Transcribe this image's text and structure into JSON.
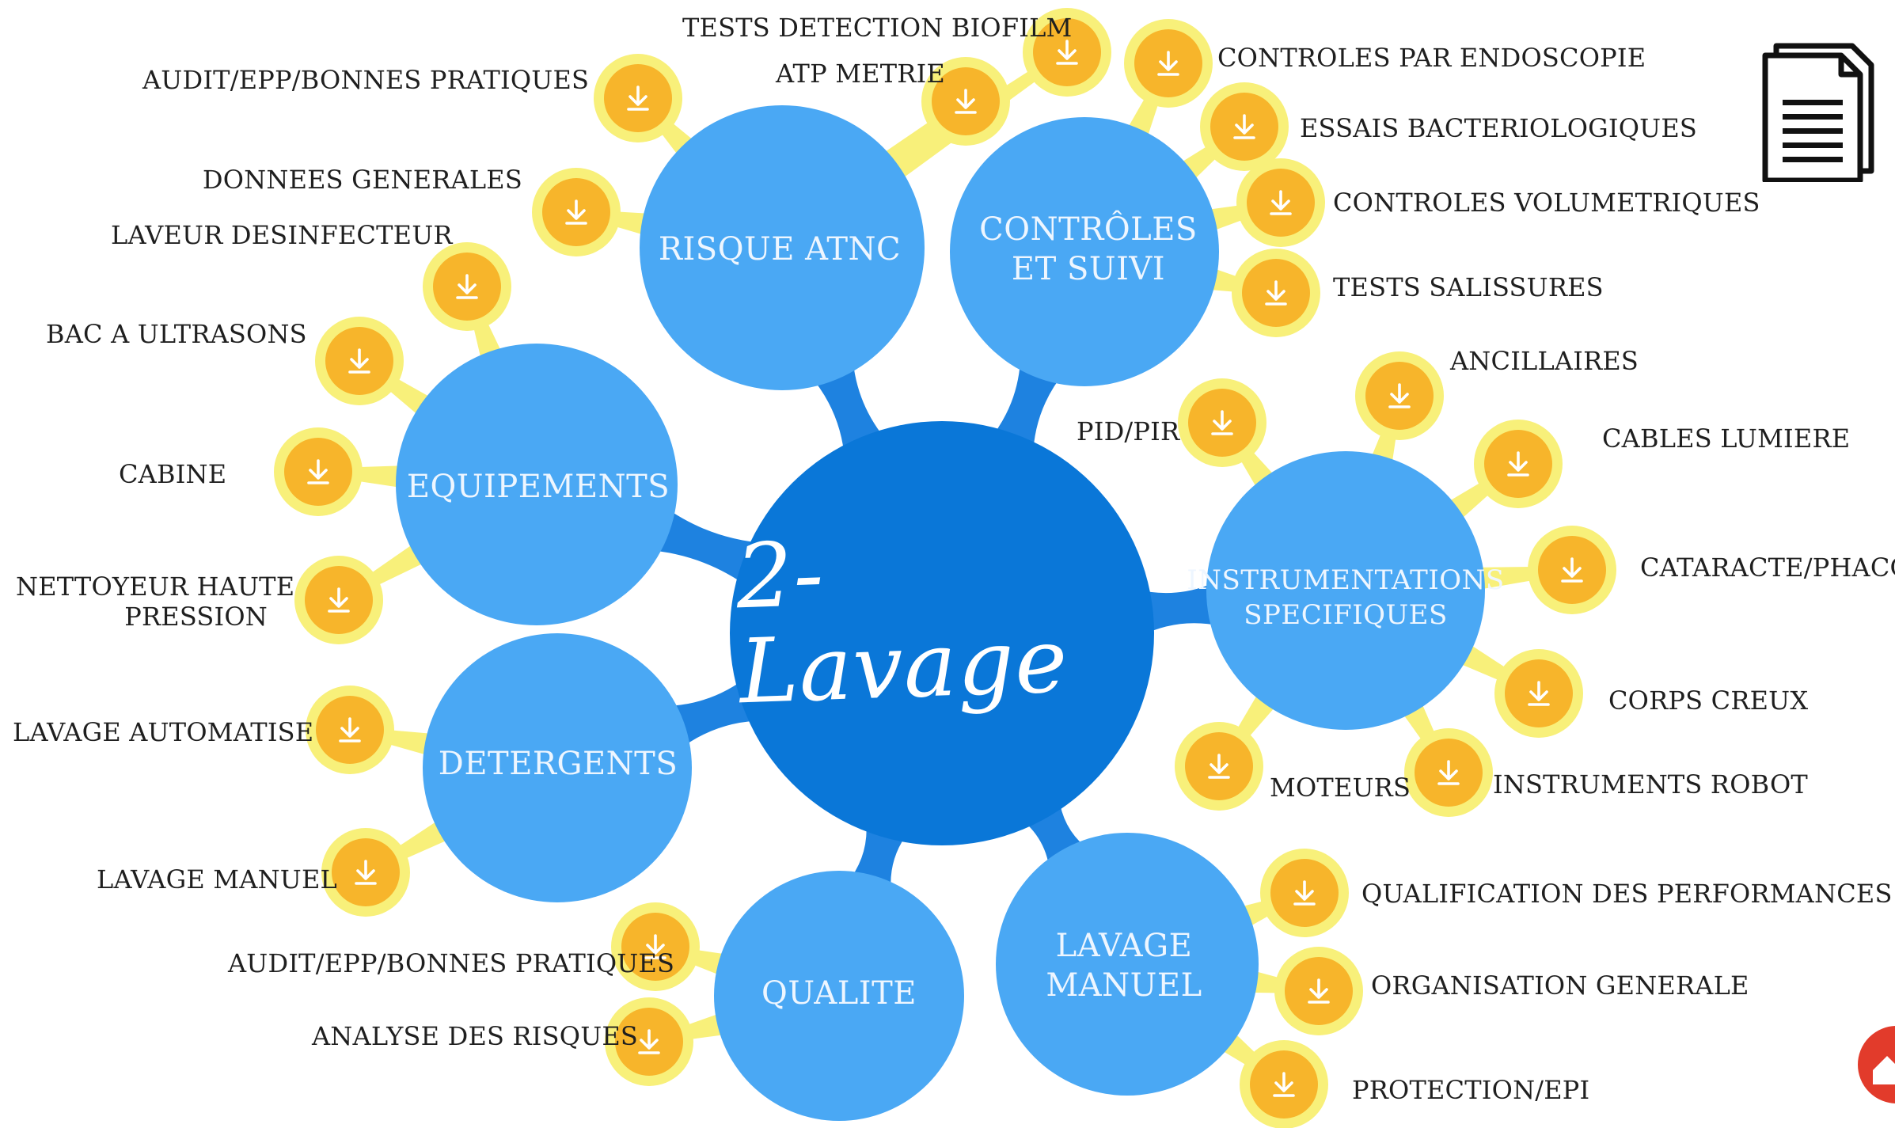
{
  "center": {
    "title": "2- Lavage"
  },
  "icons": {
    "download": "download-icon",
    "document": "document-icon",
    "home": "home-badge"
  },
  "colors": {
    "center": "#0a77d8",
    "hub": "#4aa8f4",
    "connector": "#1e82e0",
    "leaf_glow": "#f8f07a",
    "leaf_core": "#f7b52b",
    "leaf_arrow": "#ffffff"
  },
  "hubs": {
    "risque_atnc": {
      "label": "RISQUE ATNC",
      "leaves": [
        "AUDIT/EPP/BONNES PRATIQUES",
        "DONNEES  GENERALES",
        "TESTS DETECTION BIOFILM",
        "ATP METRIE"
      ]
    },
    "controles": {
      "label": "CONTRÔLES\nET SUIVI",
      "leaves": [
        "CONTROLES PAR ENDOSCOPIE",
        "ESSAIS BACTERIOLOGIQUES",
        "CONTROLES VOLUMETRIQUES",
        "TESTS SALISSURES"
      ]
    },
    "equipements": {
      "label": "EQUIPEMENTS",
      "leaves": [
        "LAVEUR DESINFECTEUR",
        "BAC A ULTRASONS",
        "CABINE",
        "NETTOYEUR HAUTE\nPRESSION"
      ]
    },
    "instrumentations": {
      "label": "INSTRUMENTATIONS\nSPECIFIQUES",
      "leaves": [
        "PID/PIR",
        "ANCILLAIRES",
        "CABLES LUMIERE",
        "CATARACTE/PHACO",
        "CORPS CREUX",
        "INSTRUMENTS ROBOT",
        "MOTEURS"
      ]
    },
    "detergents": {
      "label": "DETERGENTS",
      "leaves": [
        "LAVAGE AUTOMATISE",
        "LAVAGE MANUEL"
      ]
    },
    "qualite": {
      "label": "QUALITE",
      "leaves": [
        "AUDIT/EPP/BONNES PRATIQUES",
        "ANALYSE DES RISQUES"
      ]
    },
    "lavage_manuel": {
      "label": "LAVAGE MANUEL",
      "leaves": [
        "QUALIFICATION DES PERFORMANCES",
        "ORGANISATION GENERALE",
        "PROTECTION/EPI"
      ]
    }
  }
}
